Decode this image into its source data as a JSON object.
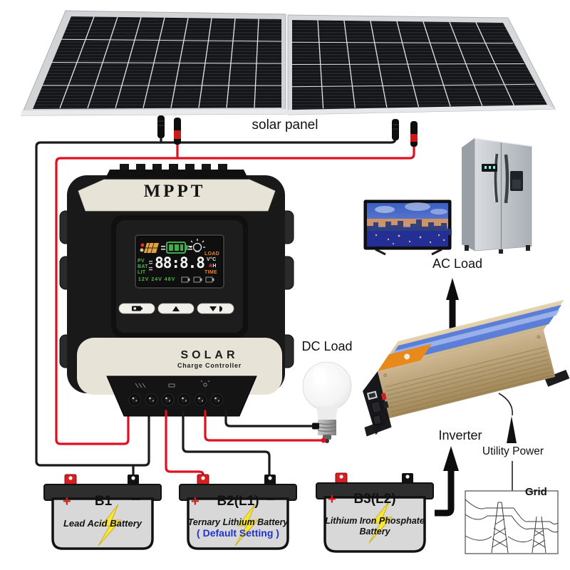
{
  "labels": {
    "solar_panel": "solar panel",
    "dc_load": "DC Load",
    "ac_load": "AC Load",
    "inverter": "Inverter",
    "utility_power": "Utility Power",
    "grid": "Grid"
  },
  "controller": {
    "brand": "MPPT",
    "product": "SOLAR",
    "product_sub": "Charge Controller",
    "lcd": {
      "digits": "88:8.8",
      "pv": "PV",
      "bat": "BAT",
      "lit": "LIT",
      "load": "LOAD",
      "v_c": "V°C",
      "a": "A",
      "h": "H",
      "time": "TIME",
      "voltages": "12V 24V 48V"
    }
  },
  "batteries": [
    {
      "plus": "+",
      "name": "B1",
      "minus": "−",
      "desc": "Lead Acid Battery",
      "desc2": "",
      "note": ""
    },
    {
      "plus": "+",
      "name": "B2(L1)",
      "minus": "−",
      "desc": "Ternary Lithium Battery",
      "desc2": "",
      "note": "( Default Setting )"
    },
    {
      "plus": "+",
      "name": "B3(L2)",
      "minus": "−",
      "desc": "Lithium Iron Phosphate",
      "desc2": "Battery",
      "note": ""
    }
  ],
  "colors": {
    "wire_red": "#e01020",
    "wire_black": "#1a1a1a",
    "note_blue": "#2233cc",
    "cream": "#e7e3d7",
    "lcd_green": "#4db848",
    "lcd_orange": "#f08020",
    "inverter_body": "#c4ab83",
    "inverter_stripe": "#5b7fd8"
  }
}
